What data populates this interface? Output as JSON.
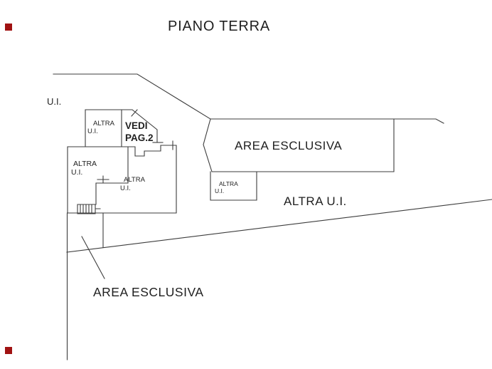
{
  "drawing": {
    "title": "PIANO TERRA",
    "labels": {
      "ui_left": "U.I.",
      "upper_unit_line1": "ALTRA",
      "upper_unit_line2": "U.I.",
      "vedi_line1": "VEDI",
      "vedi_line2": "PAG.2",
      "left_unit_line1": "ALTRA",
      "left_unit_line2": "U.I.",
      "central_unit_line1": "ALTRA",
      "central_unit_line2": "U.I.",
      "small_unit_line1": "ALTRA",
      "small_unit_line2": "U.I.",
      "area_esclusiva_main": "AREA ESCLUSIVA",
      "altra_ui_right": "ALTRA U.I.",
      "area_esclusiva_bottom": "AREA ESCLUSIVA"
    },
    "colors": {
      "line": "#3c3c3c",
      "text": "#1f1f1f",
      "marker_red": "#a01212",
      "background": "#ffffff"
    }
  }
}
